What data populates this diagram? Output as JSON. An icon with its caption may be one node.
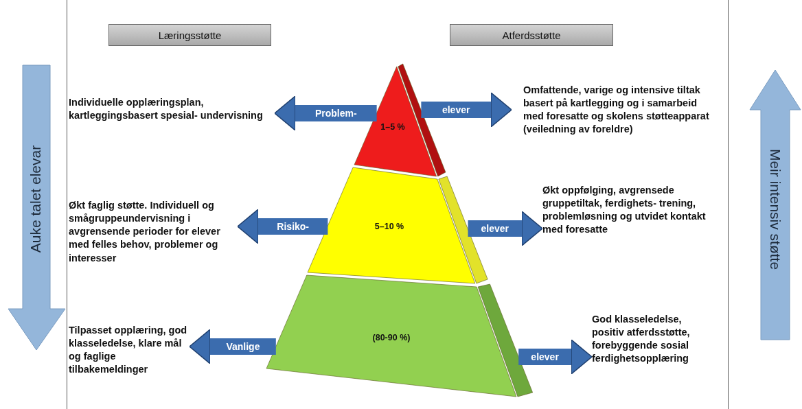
{
  "diagram": {
    "nodes": [
      {
        "text": [
          "Læringsstøtte"
        ]
      },
      {
        "text": [
          "Atferdsstøtte"
        ]
      },
      {
        "text": [
          "1–5 %"
        ]
      },
      {
        "text": [
          "5–10 %"
        ]
      },
      {
        "text": [
          "(80-90 %)"
        ]
      },
      {
        "text": [
          "Individuelle opplæringsplan, kartleggingsbasert spesial- undervisning"
        ]
      },
      {
        "text": [
          "Økt faglig støtte. Individuell og smågruppeundervisning i avgrensende perioder for elever med felles behov, problemer og interesser"
        ]
      },
      {
        "text": [
          "Tilpasset opplæring, god klasseledelse, klare mål og faglige tilbakemeldinger"
        ]
      },
      {
        "text": [
          "Omfattende, varige og intensive tiltak basert på kartlegging og i samarbeid med foresatte og skolens støtteapparat (veiledning av foreldre)"
        ]
      },
      {
        "text": [
          "Økt oppfølging, avgrensede gruppetiltak, ferdighets- trening, problemløsning og utvidet kontakt med foresatte"
        ]
      },
      {
        "text": [
          "God klasseledelse, positiv atferdsstøtte, forebyggende sosial ferdighetsopplæring"
        ]
      }
    ],
    "edges": [
      {
        "from": 2,
        "to": 5,
        "arrow": "to",
        "label": "Problem-"
      },
      {
        "from": 2,
        "to": 8,
        "arrow": "to",
        "label": "elever"
      },
      {
        "from": 3,
        "to": 6,
        "arrow": "to",
        "label": "Risiko-"
      },
      {
        "from": 3,
        "to": 9,
        "arrow": "to",
        "label": "elever"
      },
      {
        "from": 4,
        "to": 7,
        "arrow": "to",
        "label": "Vanlige"
      },
      {
        "from": 4,
        "to": 10,
        "arrow": "to",
        "label": "elever"
      }
    ],
    "labels": [
      "Auke talet elevar",
      "Meir intensiv støtte"
    ]
  }
}
